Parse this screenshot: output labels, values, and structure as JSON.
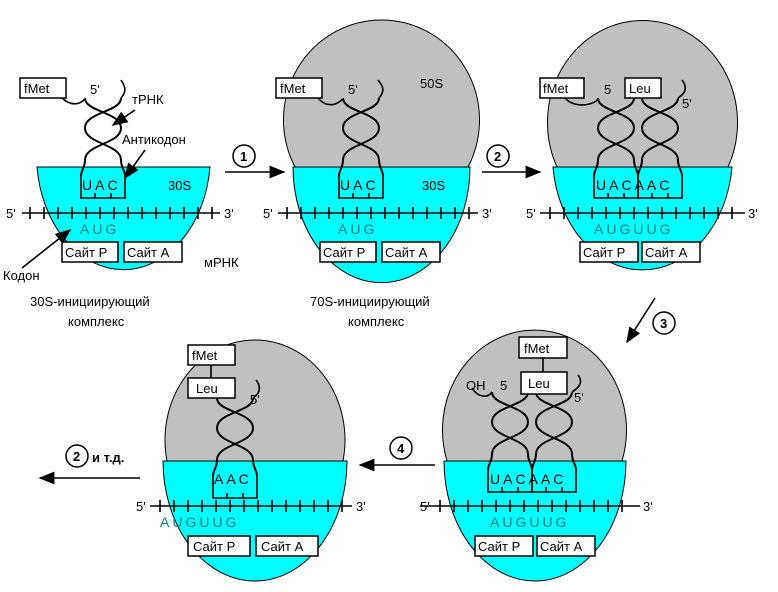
{
  "colors": {
    "small_subunit": "#00ffff",
    "large_subunit": "#c0c0c0"
  },
  "labels": {
    "fmet": "fMet",
    "leu": "Leu",
    "five": "5'",
    "three": "3'",
    "five_short": "5",
    "oh": "OH",
    "trna": "тРНК",
    "anticodon": "Антикодон",
    "codon": "Кодон",
    "mrna": "мРНК",
    "s30": "30S",
    "s50": "50S",
    "site_p": "Сайт P",
    "site_a": "Сайт A"
  },
  "sequences": {
    "uac": "UAC",
    "aac": "AAC",
    "aug": "AUG",
    "uacaac": "UACAAC",
    "auguug": "AUGUUG"
  },
  "captions": {
    "c30_1": "30S-инициирующий",
    "c30_2": "комплекс",
    "c70_1": "70S-инициирующий",
    "c70_2": "комплекс"
  },
  "steps": {
    "s1": "1",
    "s2": "2",
    "s3": "3",
    "s4": "4",
    "s2b": "2",
    "etc": "и т.д."
  }
}
